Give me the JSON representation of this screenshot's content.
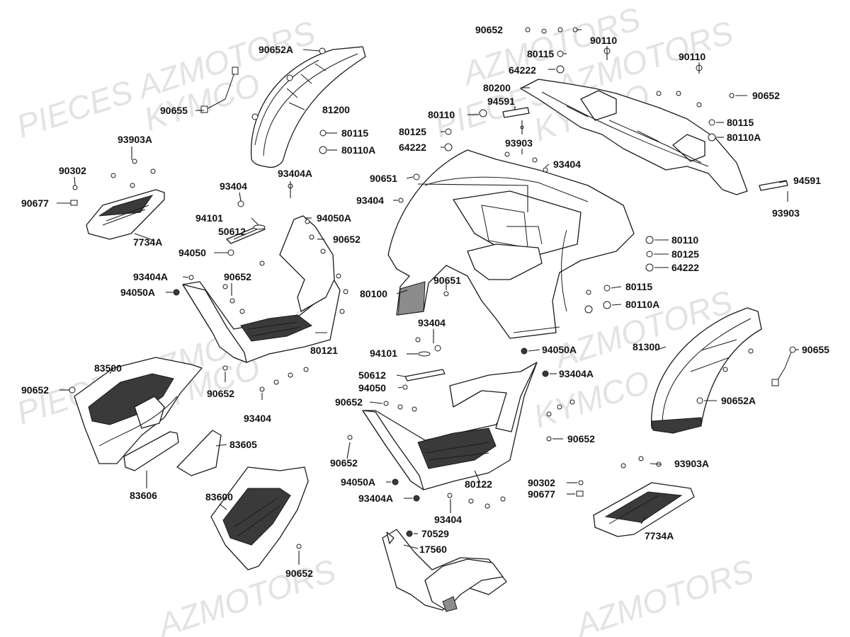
{
  "watermarks": [
    {
      "text": "PIECES AZMOTORS"
    },
    {
      "text": "KYMCO"
    },
    {
      "text": "AZMOTORS"
    },
    {
      "text": "PIECES AZMOTORS"
    },
    {
      "text": "KYMCO"
    },
    {
      "text": "AZMOTORS"
    },
    {
      "text": "KYMCO"
    },
    {
      "text": "AZMOTORS"
    },
    {
      "text": "AZMOTORS"
    },
    {
      "text": "PIECES AZMOTORS"
    },
    {
      "text": "KYMCO"
    }
  ],
  "labels": [
    {
      "id": "l1",
      "text": "90652A"
    },
    {
      "id": "l2",
      "text": "90655"
    },
    {
      "id": "l3",
      "text": "81200"
    },
    {
      "id": "l4",
      "text": "80115"
    },
    {
      "id": "l5",
      "text": "80110A"
    },
    {
      "id": "l6",
      "text": "93903A"
    },
    {
      "id": "l7",
      "text": "90302"
    },
    {
      "id": "l8",
      "text": "90677"
    },
    {
      "id": "l9",
      "text": "7734A"
    },
    {
      "id": "l10",
      "text": "93404A"
    },
    {
      "id": "l11",
      "text": "93404"
    },
    {
      "id": "l12",
      "text": "94101"
    },
    {
      "id": "l13",
      "text": "94050A"
    },
    {
      "id": "l14",
      "text": "50612"
    },
    {
      "id": "l15",
      "text": "90652"
    },
    {
      "id": "l16",
      "text": "94050"
    },
    {
      "id": "l17",
      "text": "93404A"
    },
    {
      "id": "l18",
      "text": "90652"
    },
    {
      "id": "l19",
      "text": "94050A"
    },
    {
      "id": "l20",
      "text": "80121"
    },
    {
      "id": "l21",
      "text": "83500"
    },
    {
      "id": "l22",
      "text": "90652"
    },
    {
      "id": "l23",
      "text": "90652"
    },
    {
      "id": "l24",
      "text": "93404"
    },
    {
      "id": "l25",
      "text": "83605"
    },
    {
      "id": "l26",
      "text": "83606"
    },
    {
      "id": "l27",
      "text": "83600"
    },
    {
      "id": "l28",
      "text": "90652"
    },
    {
      "id": "l29",
      "text": "90652"
    },
    {
      "id": "l30",
      "text": "90110"
    },
    {
      "id": "l31",
      "text": "80115"
    },
    {
      "id": "l32",
      "text": "90110"
    },
    {
      "id": "l33",
      "text": "64222"
    },
    {
      "id": "l34",
      "text": "80200"
    },
    {
      "id": "l35",
      "text": "90652"
    },
    {
      "id": "l36",
      "text": "94591"
    },
    {
      "id": "l37",
      "text": "80110"
    },
    {
      "id": "l38",
      "text": "80125"
    },
    {
      "id": "l39",
      "text": "64222"
    },
    {
      "id": "l40",
      "text": "93903"
    },
    {
      "id": "l41",
      "text": "80115"
    },
    {
      "id": "l42",
      "text": "80110A"
    },
    {
      "id": "l43",
      "text": "93404"
    },
    {
      "id": "l44",
      "text": "90651"
    },
    {
      "id": "l45",
      "text": "93404"
    },
    {
      "id": "l46",
      "text": "94591"
    },
    {
      "id": "l47",
      "text": "93903"
    },
    {
      "id": "l48",
      "text": "80110"
    },
    {
      "id": "l49",
      "text": "80125"
    },
    {
      "id": "l50",
      "text": "64222"
    },
    {
      "id": "l51",
      "text": "90651"
    },
    {
      "id": "l52",
      "text": "80100"
    },
    {
      "id": "l53",
      "text": "80115"
    },
    {
      "id": "l54",
      "text": "80110A"
    },
    {
      "id": "l55",
      "text": "93404"
    },
    {
      "id": "l56",
      "text": "94101"
    },
    {
      "id": "l57",
      "text": "94050A"
    },
    {
      "id": "l58",
      "text": "81300"
    },
    {
      "id": "l59",
      "text": "90655"
    },
    {
      "id": "l60",
      "text": "50612"
    },
    {
      "id": "l61",
      "text": "93404A"
    },
    {
      "id": "l62",
      "text": "94050"
    },
    {
      "id": "l63",
      "text": "90652"
    },
    {
      "id": "l64",
      "text": "90652A"
    },
    {
      "id": "l65",
      "text": "90652"
    },
    {
      "id": "l66",
      "text": "90652"
    },
    {
      "id": "l67",
      "text": "93903A"
    },
    {
      "id": "l68",
      "text": "80122"
    },
    {
      "id": "l69",
      "text": "90302"
    },
    {
      "id": "l70",
      "text": "90677"
    },
    {
      "id": "l71",
      "text": "94050A"
    },
    {
      "id": "l72",
      "text": "93404A"
    },
    {
      "id": "l73",
      "text": "93404"
    },
    {
      "id": "l74",
      "text": "7734A"
    },
    {
      "id": "l75",
      "text": "70529"
    },
    {
      "id": "l76",
      "text": "17560"
    }
  ]
}
